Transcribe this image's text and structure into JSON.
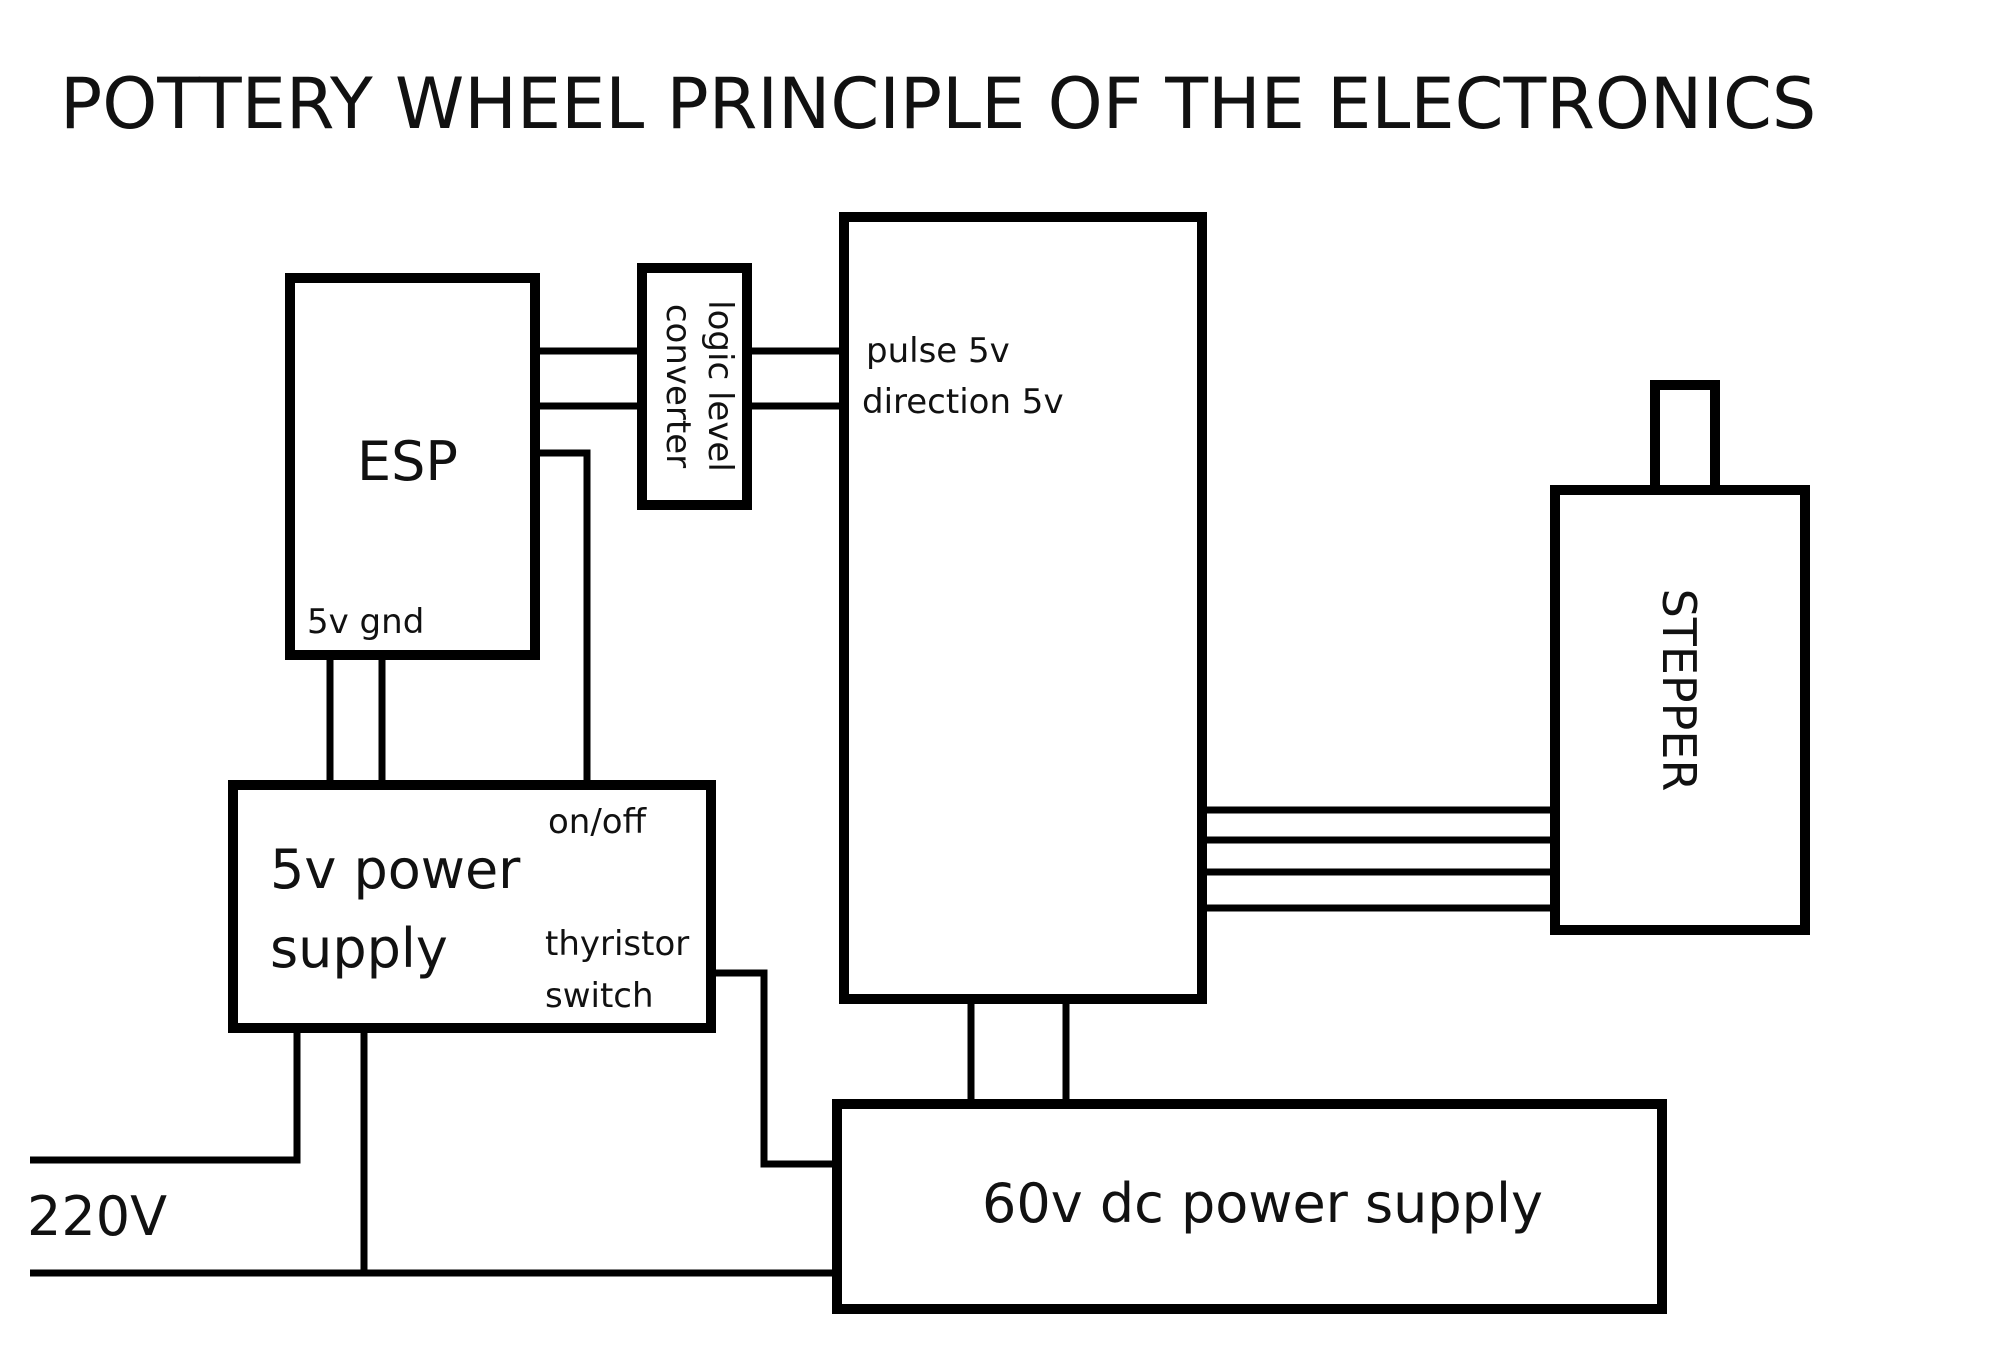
{
  "title": "POTTERY WHEEL PRINCIPLE OF THE ELECTRONICS",
  "blocks": {
    "esp": {
      "label": "ESP",
      "pins": "5v gnd"
    },
    "logic_converter": {
      "line1": "logic level",
      "line2": "converter"
    },
    "driver": {
      "pulse": "pulse  5v",
      "direction": "direction 5v"
    },
    "stepper": {
      "label": "STEPPER"
    },
    "psu5": {
      "line1": "5v power",
      "line2": "supply",
      "switch1": "on/off",
      "switch2": "thyristor",
      "switch3": "switch"
    },
    "psu60": {
      "label": "60v dc power supply"
    },
    "mains": {
      "label": "220V"
    }
  },
  "colors": {
    "line": "#000000",
    "background": "#ffffff",
    "text": "#111111"
  }
}
